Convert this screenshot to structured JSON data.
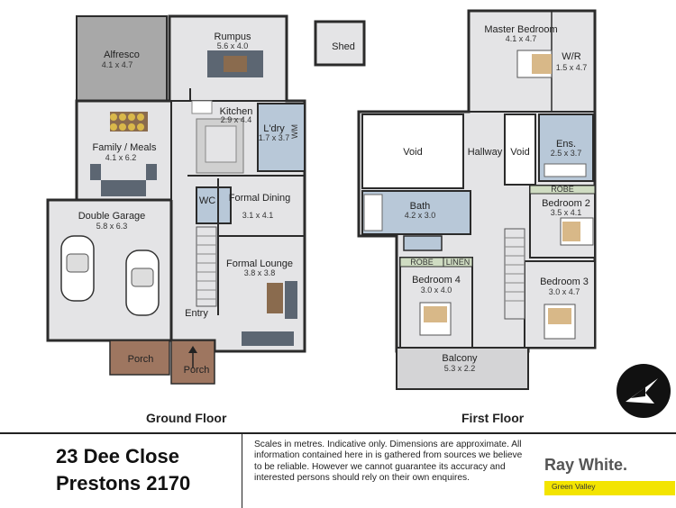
{
  "ground_floor": {
    "heading": "Ground Floor",
    "rooms": {
      "alfresco": {
        "name": "Alfresco",
        "dims": "4.1 x 4.7"
      },
      "rumpus": {
        "name": "Rumpus",
        "dims": "5.6 x 4.0"
      },
      "kitchen": {
        "name": "Kitchen",
        "dims": "2.9 x 4.4"
      },
      "laundry": {
        "name": "L'dry",
        "dims": "1.7 x 3.7"
      },
      "family": {
        "name": "Family / Meals",
        "dims": "4.1 x 6.2"
      },
      "garage": {
        "name": "Double Garage",
        "dims": "5.8 x 6.3"
      },
      "wc": {
        "name": "WC"
      },
      "dining": {
        "name": "Formal Dining",
        "dims": "3.1 x 4.1"
      },
      "lounge": {
        "name": "Formal Lounge",
        "dims": "3.8 x 3.8"
      },
      "entry": {
        "name": "Entry"
      },
      "porch_left": {
        "name": "Porch"
      },
      "porch_front": {
        "name": "Porch"
      },
      "shed": {
        "name": "Shed"
      },
      "wm": {
        "name": "WM"
      }
    }
  },
  "first_floor": {
    "heading": "First Floor",
    "rooms": {
      "master": {
        "name": "Master Bedroom",
        "dims": "4.1 x 4.7"
      },
      "wr": {
        "name": "W/R",
        "dims": "1.5 x 4.7"
      },
      "void_left": {
        "name": "Void"
      },
      "void_right": {
        "name": "Void"
      },
      "hallway": {
        "name": "Hallway"
      },
      "ens": {
        "name": "Ens.",
        "dims": "2.5 x 3.7"
      },
      "bath": {
        "name": "Bath",
        "dims": "4.2 x 3.0"
      },
      "bed2": {
        "name": "Bedroom 2",
        "dims": "3.5 x 4.1"
      },
      "bed4": {
        "name": "Bedroom 4",
        "dims": "3.0 x 4.0"
      },
      "bed3": {
        "name": "Bedroom 3",
        "dims": "3.0 x 4.7"
      },
      "balcony": {
        "name": "Balcony",
        "dims": "5.3 x 2.2"
      },
      "robe_b2": {
        "name": "ROBE"
      },
      "robe_b4": {
        "name": "ROBE"
      },
      "linen": {
        "name": "LINEN"
      }
    }
  },
  "footer": {
    "address_line1": "23 Dee Close",
    "address_line2": "Prestons 2170",
    "disclaimer": "Scales in metres. Indicative only. Dimensions are approximate. All information contained here in is gathered from sources we believe to be reliable. However we cannot guarantee its accuracy and interested persons should rely on their own enquires.",
    "brand": "Ray White.",
    "brand_office": "Green Valley"
  },
  "colors": {
    "outdoor": "#a8a8a8",
    "floor_grey": "#e4e4e6",
    "wet_blue": "#b8c8d8",
    "porch_brown": "#9e7660",
    "robe_green": "#cfdcc2",
    "wall": "#2b2b2b"
  },
  "compass_icon": "north-arrow-icon"
}
